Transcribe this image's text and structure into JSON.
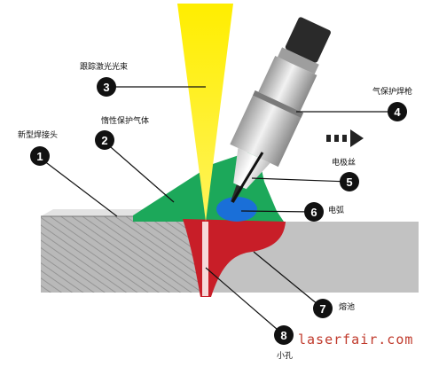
{
  "labels": {
    "new_weld_head": "新型焊接头",
    "inert_gas": "惰性保护气体",
    "tracking_laser": "跟踪激光光束",
    "gas_torch": "气保护焊枪",
    "electrode_wire": "电极丝",
    "arc": "电弧",
    "weld_pool": "熔池",
    "keyhole": "小孔"
  },
  "markers": [
    "1",
    "2",
    "3",
    "4",
    "5",
    "6",
    "7",
    "8"
  ],
  "watermark": "laserfair.com",
  "colors": {
    "laser_beam": "#ffee00",
    "inert_gas": "#1ca85a",
    "weld_pool": "#c81e28",
    "arc": "#1a6fd8",
    "workpiece_side": "#bdbdbd",
    "workpiece_top": "#d0d0d0",
    "torch_tip": "#2b2b2b",
    "marker": "#111111",
    "watermark": "#c0392b"
  }
}
